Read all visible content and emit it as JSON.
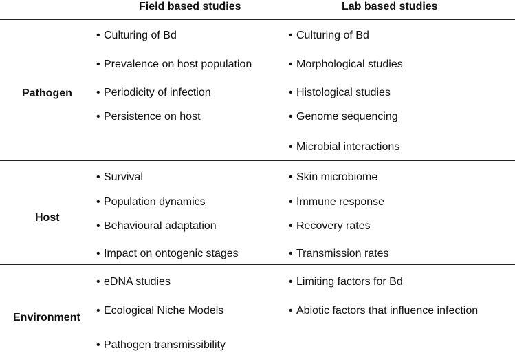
{
  "headers": {
    "field": "Field based studies",
    "lab": "Lab based studies"
  },
  "rows": [
    {
      "label": "Pathogen",
      "field": [
        "Culturing of Bd",
        "Prevalence on host population",
        "Periodicity of infection",
        "Persistence on host"
      ],
      "lab": [
        "Culturing of Bd",
        "Morphological studies",
        "Histological studies",
        "Genome sequencing",
        "Microbial interactions"
      ]
    },
    {
      "label": "Host",
      "field": [
        "Survival",
        "Population dynamics",
        "Behavioural adaptation",
        "Impact on ontogenic stages"
      ],
      "lab": [
        "Skin microbiome",
        "Immune response",
        "Recovery rates",
        "Transmission rates"
      ]
    },
    {
      "label": "Environment",
      "field": [
        "eDNA studies",
        "Ecological Niche Models",
        "Pathogen transmissibility"
      ],
      "lab": [
        "Limiting factors for Bd",
        "Abiotic factors that influence infection"
      ]
    }
  ],
  "bullet_char": "•"
}
